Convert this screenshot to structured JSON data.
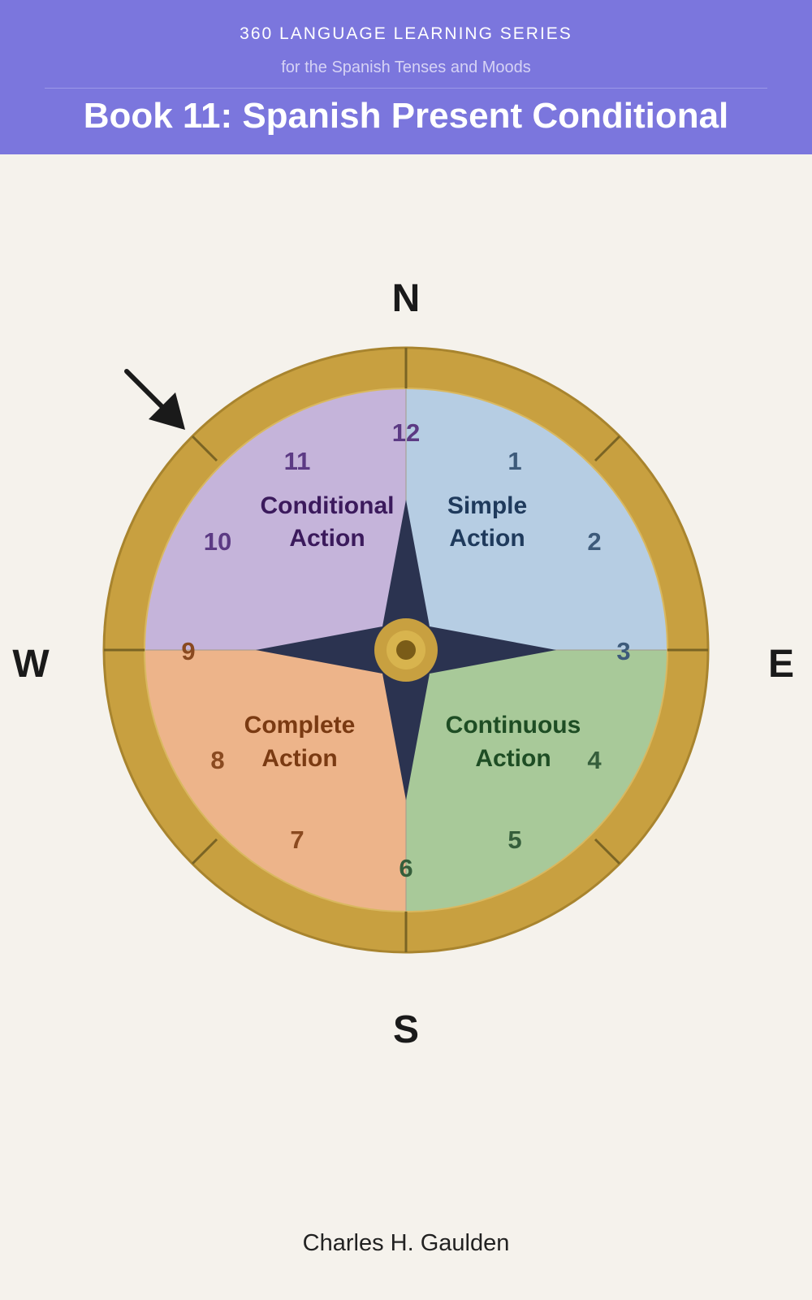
{
  "header": {
    "series": "360 LANGUAGE LEARNING SERIES",
    "subtitle": "for the Spanish Tenses and Moods",
    "title": "Book 11: Spanish Present Conditional"
  },
  "compass": {
    "directions": {
      "north": "N",
      "east": "E",
      "south": "S",
      "west": "W"
    },
    "quadrants": {
      "top_right": {
        "line1": "Simple",
        "line2": "Action",
        "color": "#b6cde3",
        "text_color": "#1f3a5c"
      },
      "bottom_right": {
        "line1": "Continuous",
        "line2": "Action",
        "color": "#a8c999",
        "text_color": "#1e4d24"
      },
      "bottom_left": {
        "line1": "Complete",
        "line2": "Action",
        "color": "#edb48a",
        "text_color": "#7a3a12"
      },
      "top_left": {
        "line1": "Conditional",
        "line2": "Action",
        "color": "#c5b4da",
        "text_color": "#3b1a5c"
      }
    },
    "hours": {
      "h1": "1",
      "h2": "2",
      "h3": "3",
      "h4": "4",
      "h5": "5",
      "h6": "6",
      "h7": "7",
      "h8": "8",
      "h9": "9",
      "h10": "10",
      "h11": "11",
      "h12": "12"
    },
    "ring_color": "#c8a040",
    "star_color": "#2b3350",
    "pointer": "arrow-pointing-at-conditional-quadrant"
  },
  "footer": {
    "author": "Charles H. Gaulden"
  }
}
